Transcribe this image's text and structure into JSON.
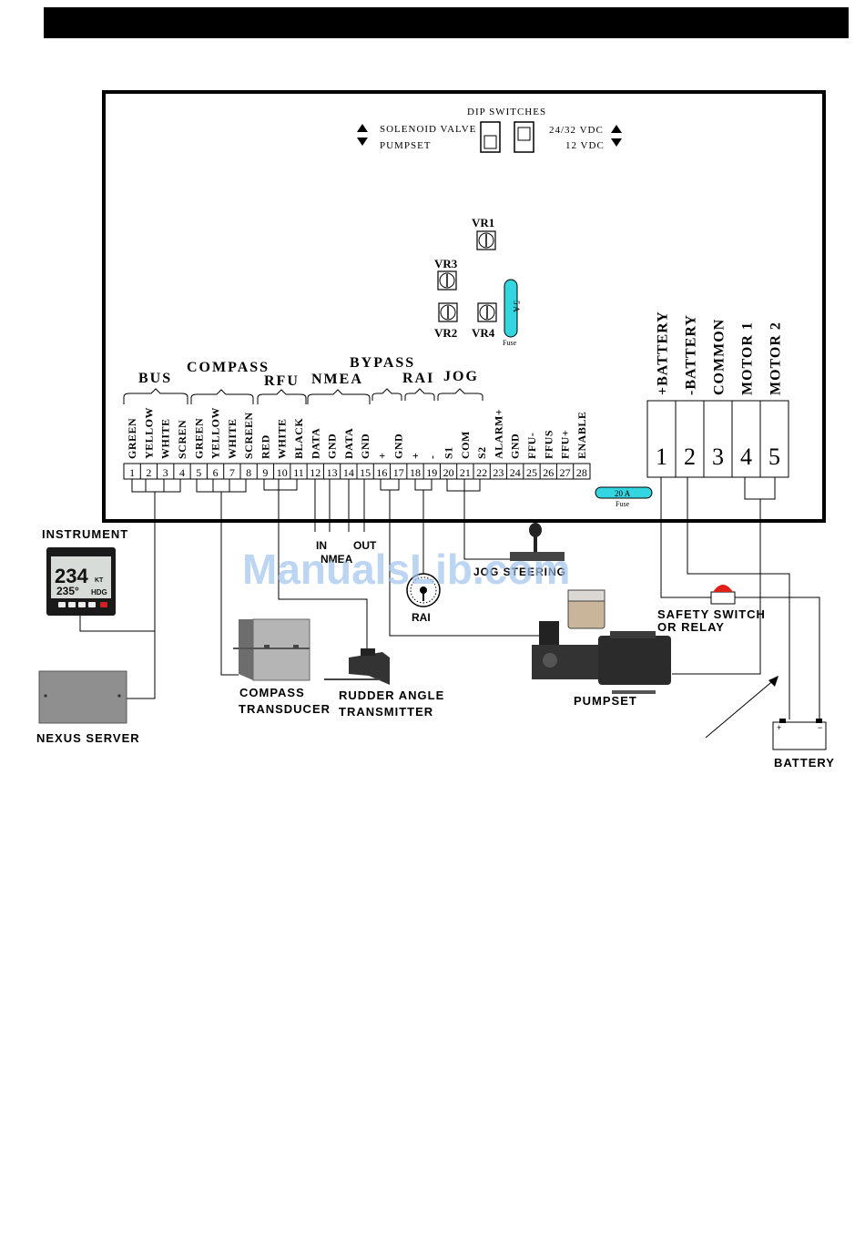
{
  "dip": {
    "title": "DIP SWITCHES",
    "left_top": "SOLENOID VALVE",
    "left_bottom": "PUMPSET",
    "right_top": "24/32 VDC",
    "right_bottom": "12 VDC"
  },
  "trimmers": {
    "vr1": "VR1",
    "vr2": "VR2",
    "vr3": "VR3",
    "vr4": "VR4"
  },
  "fuse_small": {
    "rating": "5 A",
    "label": "Fuse"
  },
  "fuse_big": {
    "rating": "20 A",
    "label": "Fuse"
  },
  "groups": {
    "bus": "BUS",
    "compass": "COMPASS",
    "rfu": "RFU",
    "nmea": "NMEA",
    "bypass": "BYPASS",
    "rai": "RAI",
    "jog": "JOG"
  },
  "terminals": [
    {
      "num": "1",
      "label": "GREEN"
    },
    {
      "num": "2",
      "label": "YELLOW"
    },
    {
      "num": "3",
      "label": "WHITE"
    },
    {
      "num": "4",
      "label": "SCREN"
    },
    {
      "num": "5",
      "label": "GREEN"
    },
    {
      "num": "6",
      "label": "YELLOW"
    },
    {
      "num": "7",
      "label": "WHITE"
    },
    {
      "num": "8",
      "label": "SCREEN"
    },
    {
      "num": "9",
      "label": "RED"
    },
    {
      "num": "10",
      "label": "WHITE"
    },
    {
      "num": "11",
      "label": "BLACK"
    },
    {
      "num": "12",
      "label": "DATA"
    },
    {
      "num": "13",
      "label": "GND"
    },
    {
      "num": "14",
      "label": "DATA"
    },
    {
      "num": "15",
      "label": "GND"
    },
    {
      "num": "16",
      "label": "+"
    },
    {
      "num": "17",
      "label": "GND"
    },
    {
      "num": "18",
      "label": "+"
    },
    {
      "num": "19",
      "label": "-"
    },
    {
      "num": "20",
      "label": "S1"
    },
    {
      "num": "21",
      "label": "COM"
    },
    {
      "num": "22",
      "label": "S2"
    },
    {
      "num": "23",
      "label": "ALARM+"
    },
    {
      "num": "24",
      "label": "GND"
    },
    {
      "num": "25",
      "label": "FFU-"
    },
    {
      "num": "26",
      "label": "FFUS"
    },
    {
      "num": "27",
      "label": "FFU+"
    },
    {
      "num": "28",
      "label": "ENABLE"
    }
  ],
  "power_terminals": [
    {
      "num": "1",
      "label": "+BATTERY"
    },
    {
      "num": "2",
      "label": "-BATTERY"
    },
    {
      "num": "3",
      "label": "COMMON"
    },
    {
      "num": "4",
      "label": "MOTOR 1"
    },
    {
      "num": "5",
      "label": "MOTOR 2"
    }
  ],
  "nmea_io": {
    "in": "IN",
    "out": "OUT",
    "label": "NMEA"
  },
  "devices": {
    "instrument": "INSTRUMENT",
    "instrument_main": "234",
    "instrument_main_unit": "KT",
    "instrument_sub": "235°",
    "instrument_sub_unit": "HDG",
    "nexus_server": "NEXUS SERVER",
    "compass_transducer_1": "COMPASS",
    "compass_transducer_2": "TRANSDUCER",
    "rudder_1": "RUDDER ANGLE",
    "rudder_2": "TRANSMITTER",
    "rai": "RAI",
    "jog_steering": "JOG STEERING",
    "pumpset": "PUMPSET",
    "safety_1": "SAFETY SWITCH",
    "safety_2": "OR RELAY",
    "battery": "BATTERY"
  },
  "watermark": "ManualsLib.com",
  "colors": {
    "fuse": "#33d6e0",
    "watermark": "#9fc3ec",
    "header_bar": "#000000",
    "safety_red": "#e0201a"
  }
}
